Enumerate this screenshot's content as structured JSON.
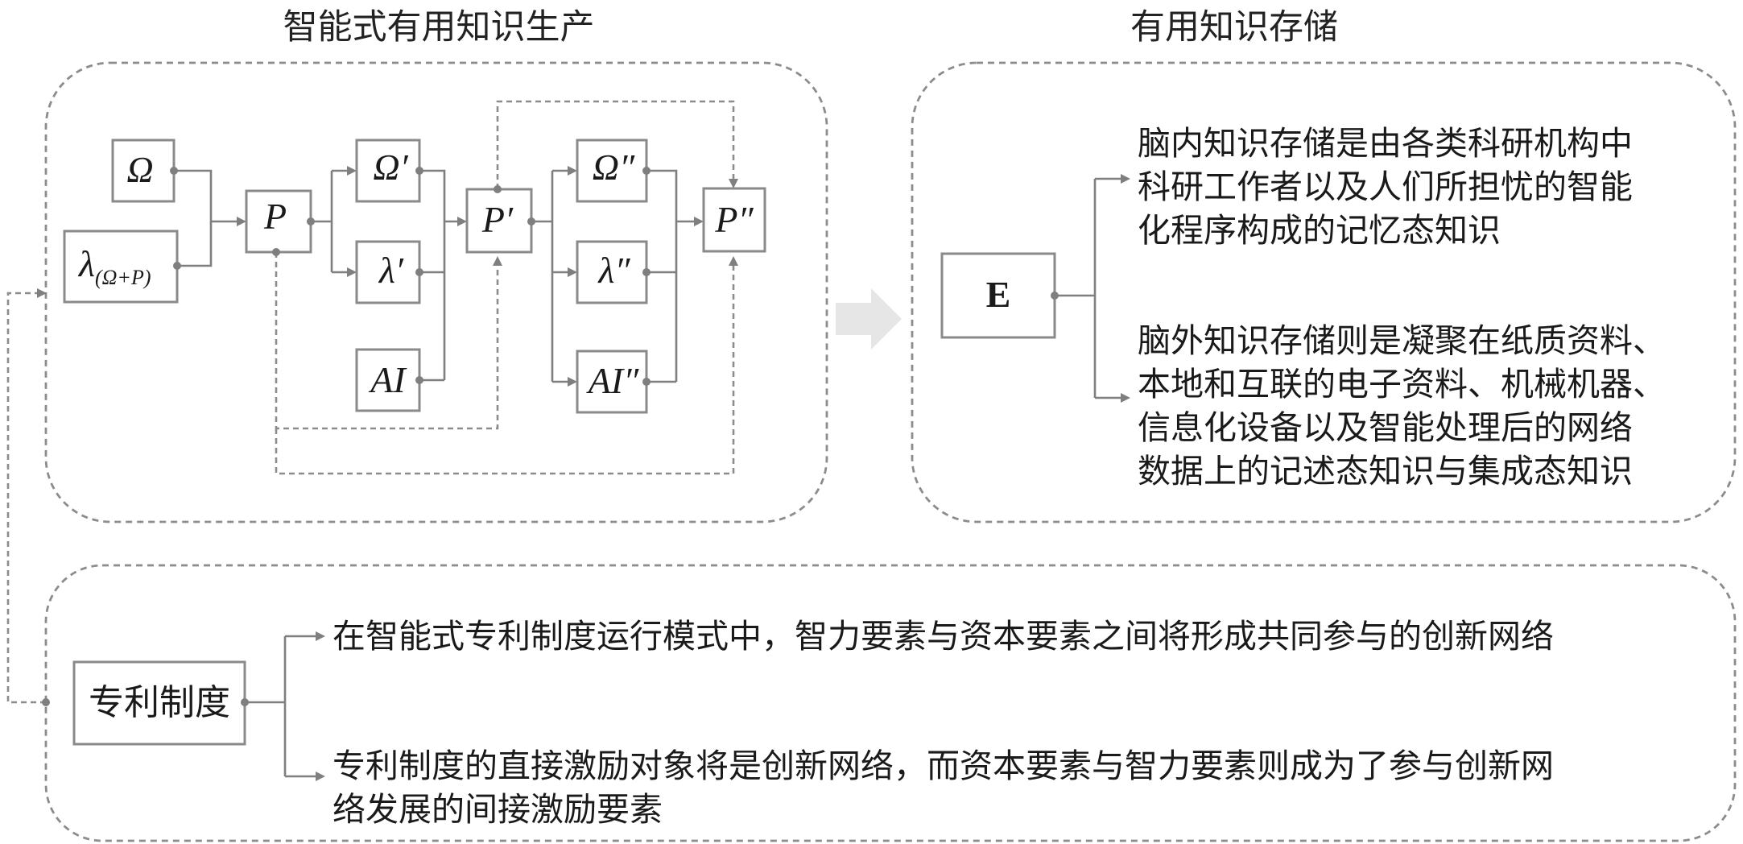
{
  "panels": {
    "production": {
      "title": "智能式有用知识生产",
      "nodes": {
        "omega": "Ω",
        "lambda_main": "λ",
        "lambda_sub": "(Ω+P)",
        "p": "P",
        "omega1": "Ω′",
        "lambda1": "λ′",
        "ai": "AI",
        "p1": "P′",
        "omega2": "Ω″",
        "lambda2": "λ″",
        "ai2": "AI″",
        "p2": "P″"
      }
    },
    "storage": {
      "title": "有用知识存储",
      "node_e": "E",
      "text1": [
        "脑内知识存储是由各类科研机构中",
        "科研工作者以及人们所担忧的智能",
        "化程序构成的记忆态知识"
      ],
      "text2": [
        "脑外知识存储则是凝聚在纸质资料、",
        "本地和互联的电子资料、机械机器、",
        "信息化设备以及智能处理后的网络",
        "数据上的记述态知识与集成态知识"
      ]
    },
    "patent": {
      "node": "专利制度",
      "text1": [
        "在智能式专利制度运行模式中，智力要素与资本要素之间将形成共同参与的创新网络"
      ],
      "text2": [
        "专利制度的直接激励对象将是创新网络，而资本要素与智力要素则成为了参与创新网",
        "络发展的间接激励要素"
      ]
    }
  },
  "colors": {
    "line": "#7f7f7f",
    "panel_border": "#8c8c8c",
    "big_arrow": "#e6e6e6",
    "text": "#1a1a1a"
  }
}
